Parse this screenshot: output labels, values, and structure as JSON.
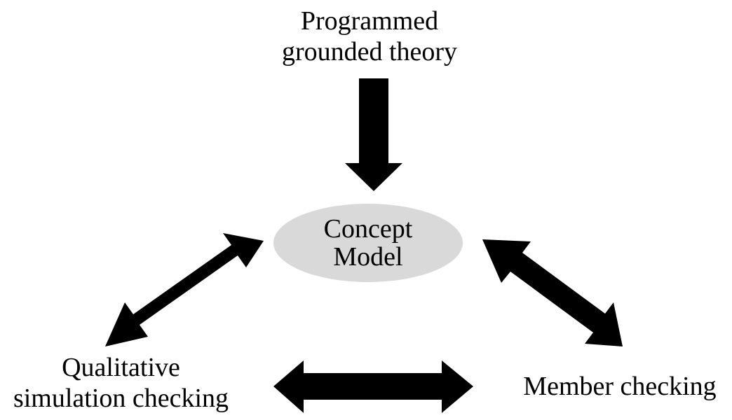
{
  "nodes": {
    "top": {
      "line1": "Programmed",
      "line2": "grounded theory"
    },
    "center": {
      "line1": "Concept",
      "line2": "Model"
    },
    "left": {
      "line1": "Qualitative",
      "line2": "simulation checking"
    },
    "right": {
      "line1": "Member checking"
    }
  },
  "edges": [
    {
      "id": "top-to-center",
      "from": "Programmed grounded theory",
      "to": "Concept Model",
      "direction": "one-way"
    },
    {
      "id": "left-center",
      "from": "Qualitative simulation checking",
      "to": "Concept Model",
      "direction": "two-way"
    },
    {
      "id": "right-center",
      "from": "Member checking",
      "to": "Concept Model",
      "direction": "two-way"
    },
    {
      "id": "left-right",
      "from": "Qualitative simulation checking",
      "to": "Member checking",
      "direction": "two-way"
    }
  ],
  "colors": {
    "ellipse_fill": "#d9d9d9",
    "arrow": "#000000",
    "text": "#000000",
    "background": "#ffffff"
  }
}
